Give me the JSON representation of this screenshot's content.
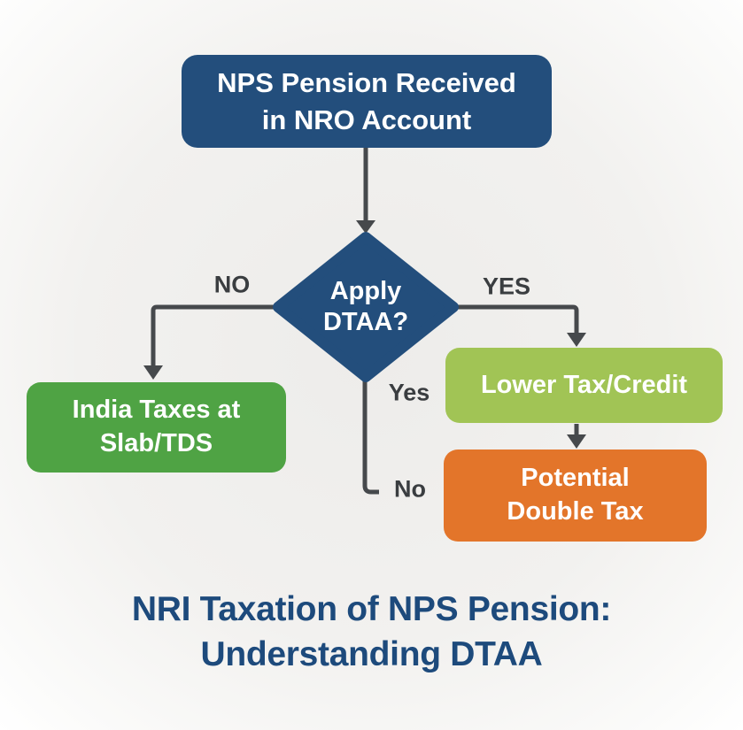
{
  "flowchart": {
    "nodes": {
      "start": {
        "lines": [
          "NPS Pension Received",
          "in NRO Account"
        ],
        "color": "#234e7c"
      },
      "decision": {
        "lines": [
          "Apply",
          "DTAA?"
        ],
        "color": "#234e7c"
      },
      "no_outcome": {
        "lines": [
          "India Taxes at",
          "Slab/TDS"
        ],
        "color": "#4fa344"
      },
      "yes_outcome": {
        "lines": [
          "Lower Tax/Credit"
        ],
        "color": "#a1c455"
      },
      "yes_followup": {
        "lines": [
          "Potential",
          "Double Tax"
        ],
        "color": "#e3752a"
      }
    },
    "branch_labels": {
      "no_upper": "NO",
      "yes_upper": "YES",
      "yes_lower": "Yes",
      "no_lower": "No"
    }
  },
  "title": {
    "lines": [
      "NRI Taxation of NPS Pension:",
      "Understanding DTAA"
    ],
    "color": "#1d4a7c"
  },
  "colors": {
    "navy": "#234e7c",
    "green": "#4fa344",
    "light_green": "#a1c455",
    "orange": "#e3752a",
    "connector": "#46494c",
    "branch_label": "#3a3d40",
    "title": "#1d4a7c",
    "background": "#f1f0ee"
  }
}
